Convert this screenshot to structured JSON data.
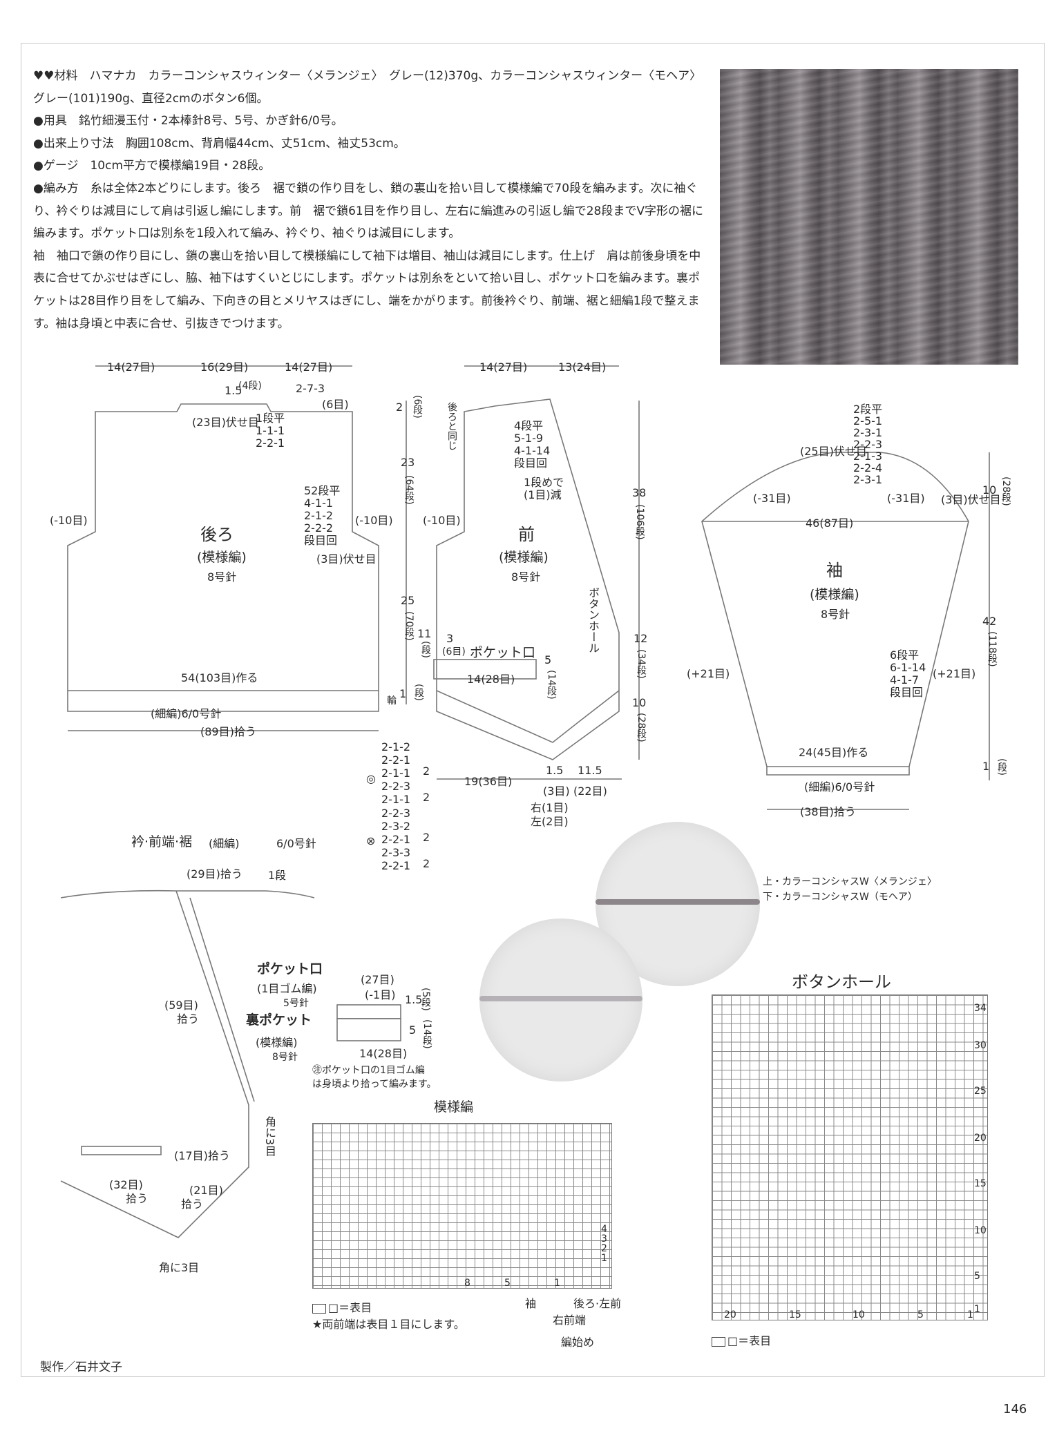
{
  "instructions": {
    "p1": "♥♥材料　ハマナカ　カラーコンシャスウィンター〈メランジェ〉　グレー(12)370g、カラーコンシャスウィンター〈モヘア〉　グレー(101)190g、直径2cmのボタン6個。",
    "p2": "●用具　銘竹細漫玉付・2本棒針8号、5号、かぎ針6/0号。",
    "p3": "●出来上り寸法　胸囲108cm、背肩幅44cm、丈51cm、袖丈53cm。",
    "p4": "●ゲージ　10cm平方で模様編19目・28段。",
    "p5": "●編み方　糸は全体2本どりにします。後ろ　裾で鎖の作り目をし、鎖の裏山を拾い目して模様編で70段を編みます。次に袖ぐり、衿ぐりは減目にして肩は引返し編にします。前　裾で鎖61目を作り目し、左右に編進みの引返し編で28段までV字形の裾に編みます。ポケット口は別糸を1段入れて編み、衿ぐり、袖ぐりは減目にします。",
    "p6": "袖　袖口で鎖の作り目にし、鎖の裏山を拾い目して模様編にして袖下は増目、袖山は減目にします。仕上げ　肩は前後身頃を中表に合せてかぶせはぎにし、脇、袖下はすくいとじにします。ポケットは別糸をといて拾い目し、ポケット口を編みます。裏ポケットは28目作り目をして編み、下向きの目とメリヤスはぎにし、端をかがります。前後衿ぐり、前端、裾と細編1段で整えます。袖は身頃と中表に合せ、引抜きでつけます。"
  },
  "back": {
    "title": "後ろ",
    "stitch": "(模様編)",
    "needle": "8号針",
    "top_l": "14(27目)",
    "top_c": "16(29目)",
    "top_r": "14(27目)",
    "neck_1": "1.5",
    "neck_2": "(4段)",
    "neck_bind": "(23目)伏せ目",
    "neck_dec": "1段平\n1-1-1\n2-2-1",
    "shoulder": "2-7-3",
    "shoulder2": "(6目)",
    "arm_dec": "52段平\n4-1-1\n2-1-2\n2-2-2\n段目回",
    "arm_bind": "(3目)伏せ目",
    "side_l": "(-10目)",
    "side_r": "(-10目)",
    "bottom": "54(103目)作る",
    "edge": "(細編)6/0号針",
    "pick": "(89目)拾う"
  },
  "front": {
    "title": "前",
    "stitch": "(模様編)",
    "needle": "8号針",
    "top_l": "14(27目)",
    "top_r": "13(24目)",
    "back_same": "後ろと同じ",
    "neck_dec": "4段平\n5-1-9\n4-1-14\n段目回",
    "neck_first": "1段めで\n(1目)減",
    "side": "(-10目)",
    "pocket": "ポケット口",
    "pocket_w": "14(28目)",
    "pocket_l": "3",
    "pocket_l2": "(6目)",
    "pocket_r": "5",
    "pocket_r2": "(14段)",
    "buttonhole": "ボタンホール",
    "bottom_l": "19(36目)",
    "bottom_c": "1.5",
    "bottom_c2": "(3目)",
    "bottom_r": "11.5",
    "bottom_r2": "(22目)",
    "right": "右(1目)",
    "left": "左(2目)",
    "wheel": "輪"
  },
  "vertical": {
    "v1": "2",
    "v1b": "(6段)",
    "v2": "23",
    "v2b": "(64段)",
    "v3": "25",
    "v3b": "(70段)",
    "v4": "11",
    "v4b": "(段)",
    "v5": "1",
    "v5b": "(段)",
    "v6": "38",
    "v6b": "(106段)",
    "v7": "12",
    "v7b": "(34段)",
    "v8": "10",
    "v8b": "(28段)"
  },
  "short_rows": {
    "a_sym": "◎",
    "a": "2-1-2\n2-2-1\n2-1-1\n2-2-3\n2-1-1",
    "a_n": "2\n2",
    "b_sym": "⊗",
    "b": "2-2-3\n2-3-2\n2-2-1\n2-3-3\n2-2-1",
    "b_n": "2\n2"
  },
  "sleeve": {
    "title": "袖",
    "stitch": "(模様編)",
    "needle": "8号針",
    "cap": "2段平\n2-5-1\n2-3-1\n2-2-3\n2-1-3\n2-2-4\n2-3-1",
    "cap_bind": "(25目)伏せ目",
    "cap_l": "(-31目)",
    "cap_r": "(-31目)",
    "bind3": "(3目)伏せ目",
    "width": "46(87目)",
    "h1": "10",
    "h1b": "(28段)",
    "h2": "42",
    "h2b": "(118段)",
    "h3": "1",
    "h3b": "(段)",
    "inc": "6段平\n6-1-14\n4-1-7\n段目回",
    "inc_l": "(+21目)",
    "inc_r": "(+21目)",
    "bottom": "24(45目)作る",
    "edge": "(細編)6/0号針",
    "pick": "(38目)拾う"
  },
  "collar": {
    "title": "衿·前端·裾",
    "stitch": "(細編)",
    "needle": "6/0号針",
    "pick29": "(29目)拾う",
    "row1": "1段",
    "pick59": "(59目)",
    "pick59b": "拾う",
    "pick17": "(17目)拾う",
    "pick32": "(32目)",
    "pick32b": "拾う",
    "pick21": "(21目)",
    "pick21b": "拾う",
    "corner": "角に3目",
    "corner_v": "角に3目"
  },
  "pocket": {
    "opening": "ポケット口",
    "rib": "(1目ゴム編)",
    "rib_needle": "5号針",
    "inner": "裏ポケット",
    "inner_stitch": "(模様編)",
    "inner_needle": "8号針",
    "w1": "(27目)",
    "w2": "(-1目)",
    "h1": "1.5",
    "h1b": "(5段)",
    "h2": "5",
    "h2b": "(14段)",
    "w3": "14(28目)",
    "note": "㊟ポケット口の1目ゴム編\nは身頃より拾って編みます。"
  },
  "yarn_note": {
    "top": "上・カラーコンシャスW〈メランジェ〉",
    "bottom": "下・カラーコンシャスW（モヘア）"
  },
  "pattern_chart": {
    "title": "模様編",
    "nums": [
      "8",
      "5",
      "1"
    ],
    "rows": [
      "4",
      "3",
      "2",
      "1"
    ],
    "legend": "□＝表目",
    "note": "★両前端は表目１目にします。",
    "sleeve": "袖",
    "back_front": "後ろ·左前",
    "right_front": "右前端",
    "start": "編始め"
  },
  "buttonhole_chart": {
    "title": "ボタンホール",
    "legend": "□＝表目",
    "rows": [
      "34",
      "30",
      "25",
      "20",
      "15",
      "10",
      "5",
      "1"
    ],
    "cols": [
      "20",
      "15",
      "10",
      "5",
      "1"
    ]
  },
  "credit": "製作／石井文子",
  "page_number": "146",
  "colors": {
    "yarn": "#8c858a",
    "photo": "#6d676b",
    "paper": "#ffffff"
  }
}
